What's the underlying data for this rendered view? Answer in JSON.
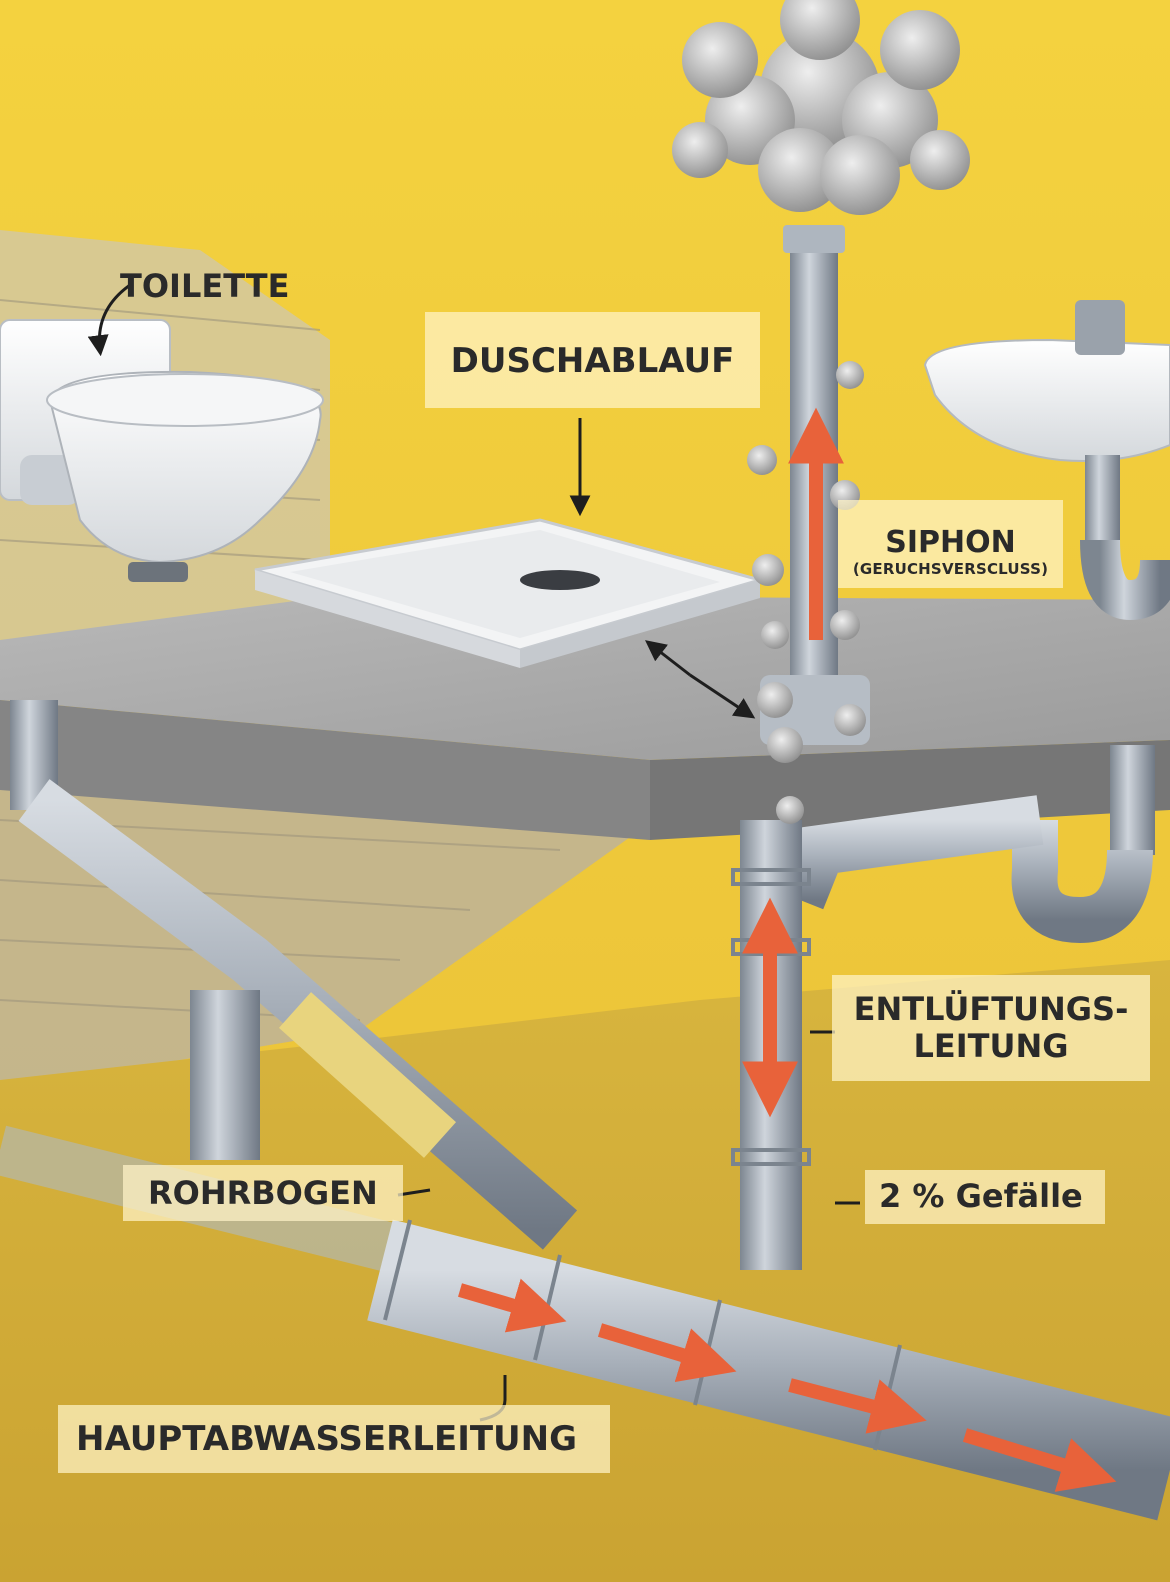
{
  "labels": {
    "toilette": "TOILETTE",
    "duschablauf": "DUSCHABLAUF",
    "siphon": "SIPHON",
    "siphon_sub": "(GERUCHSVERSCLUSS)",
    "entlueftung_line1": "ENTLÜFTUNGS-",
    "entlueftung_line2": "LEITUNG",
    "gefaelle": "2 % Gefälle",
    "rohrbogen": "ROHRBOGEN",
    "hauptleitung": "HAUPTABWASSERLEITUNG"
  },
  "colors": {
    "background": "#f2c93a",
    "ground": "#d9b23a",
    "concrete": "#a6a6a6",
    "pipe": "#a9b1bb",
    "pipe_shade": "#6f7884",
    "flow_arrow": "#e8623a",
    "label_bg": "#fff4c8"
  }
}
